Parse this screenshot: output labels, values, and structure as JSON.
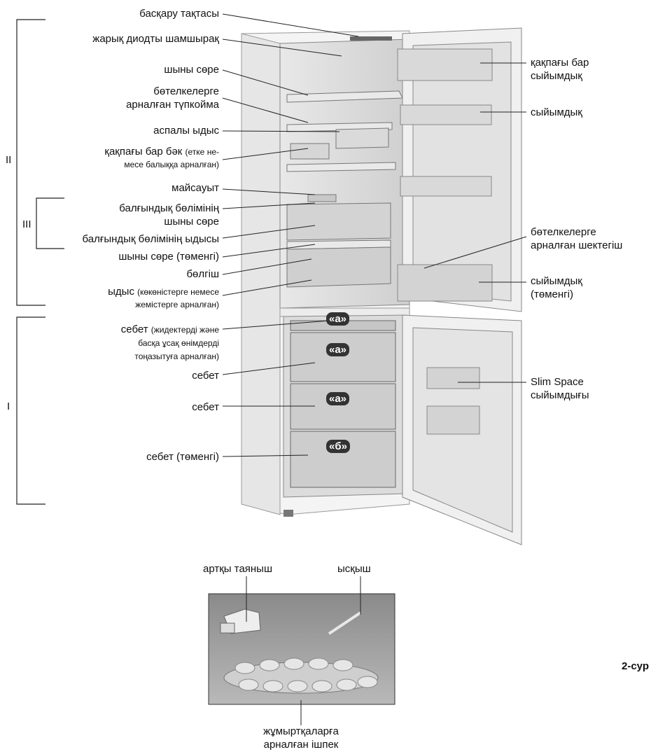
{
  "labels_left": {
    "control_panel": "басқару тақтасы",
    "led_lamp": "жарық диодты шамшырақ",
    "glass_shelf": "шыны сөре",
    "bottle_rack_1": "бөтелкелерге",
    "bottle_rack_2": "арналған түпкойма",
    "hanging_container": "аспалы ыдыс",
    "lidded_tank_1": "қақпағы бар бәк",
    "lidded_tank_1_small": "(етке не-",
    "lidded_tank_2": "месе балыққа арналған)",
    "butter_dish": "майсауыт",
    "fresh_glass_shelf_1": "балғындық бөлімінің",
    "fresh_glass_shelf_2": "шыны сөре",
    "fresh_container": "балғындық бөлімінің ыдысы",
    "glass_shelf_bottom": "шыны сөре (төменгі)",
    "divider": "бөлгіш",
    "veg_container_1": "ыдыс",
    "veg_container_1_small": "(көкөністерге немесе",
    "veg_container_2": "жемістерге арналған)",
    "basket_berries_1": "себет",
    "basket_berries_1_small": "(жидектерді және",
    "basket_berries_2": "басқа ұсақ өнімдерді",
    "basket_berries_3": "тоңазытуға арналған)",
    "basket_1": "себет",
    "basket_2": "себет",
    "basket_bottom": "себет (төменгі)"
  },
  "labels_right": {
    "lidded_container_1": "қақпағы бар",
    "lidded_container_2": "сыйымдық",
    "container": "сыйымдық",
    "bottle_limiter_1": "бөтелкелерге",
    "bottle_limiter_2": "арналған шектегіш",
    "container_bottom_1": "сыйымдық",
    "container_bottom_2": "(төменгі)",
    "slim_space_1": "Slim Space",
    "slim_space_2": "сыйымдығы"
  },
  "drawer_marks": [
    "«а»",
    "«а»",
    "«а»",
    "«б»"
  ],
  "sections": {
    "I": "I",
    "II": "II",
    "III": "III"
  },
  "accessories": {
    "back_support": "артқы таяныш",
    "scraper": "ысқыш",
    "egg_tray_1": "жұмыртқаларға",
    "egg_tray_2": "арналған ішпек"
  },
  "figure_label": "2-сур"
}
